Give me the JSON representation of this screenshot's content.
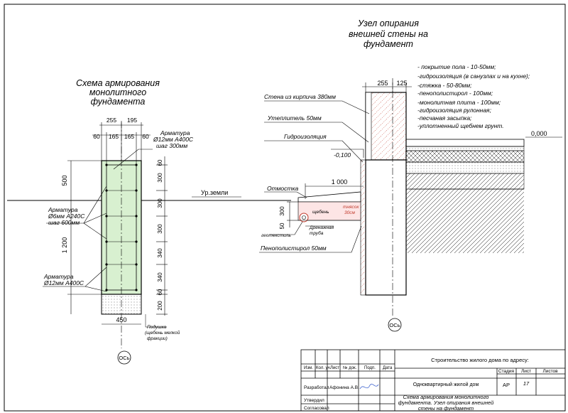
{
  "left_title": [
    "Схема армирования",
    "монолитного",
    "фундамента"
  ],
  "right_title": [
    "Узел опирания",
    "внешней стены на",
    "фундамент"
  ],
  "left_dims_top": {
    "d255": "255",
    "d195": "195",
    "d60a": "60",
    "d165a": "165",
    "d165b": "165",
    "d60b": "60"
  },
  "left_dims_left": {
    "d500": "500",
    "d1200": "1 200",
    "d450": "450"
  },
  "left_dims_right": [
    "60",
    "300",
    "300",
    "300",
    "340",
    "340",
    "60",
    "200"
  ],
  "labels_left": {
    "rebar_top": [
      "Арматура",
      "Ø12мм А400С",
      "шаг 300мм"
    ],
    "rebar_mid": [
      "Арматура",
      "Ø6мм А240С",
      "шаг 600мм"
    ],
    "rebar_bot": [
      "Арматура",
      "Ø12мм А400С"
    ],
    "cushion": [
      "Подушка",
      "(щебень мелкой",
      "фракции)"
    ],
    "ground_level": "Ур.земли"
  },
  "axis_label": "ОСь",
  "right_dims": {
    "d255": "255",
    "d125": "125",
    "d1000": "1 000",
    "d50": "50",
    "d300": "300"
  },
  "labels_right": {
    "brick_wall": "Стена из кирпича 380мм",
    "insulation": "Утеплитель 50мм",
    "waterproof": "Гидроизоляция",
    "level_minus": "-0,100",
    "level_zero": "0,000",
    "blind_area": "Отмостка",
    "gravel": "щебень",
    "gravel_thickness": [
      "тнясок",
      "30см"
    ],
    "geotextile": "геотекстиль",
    "drain_pipe": [
      "Дренажная",
      "труба"
    ],
    "foam": "Пенополистирол 50мм"
  },
  "floor_layers": [
    "- покрытие пола - 10-50мм;",
    "-гидроизоляция (в санузлах и на кухне);",
    "-стяжка - 50-80мм;",
    "-пенополистирол - 100мм;",
    "-монолитная плита - 100мм;",
    "-гидроизоляция рулонная;",
    "-песчаная засыпка;",
    "-уплотненный щебнем грунт."
  ],
  "title_block": {
    "cols": [
      "Изм.",
      "Кол. уч.",
      "Лист",
      "№ док.",
      "Подп.",
      "Дата"
    ],
    "address": "Строительство жилого дома по адресу:",
    "object": "Одноквартирный жилой дом",
    "stage_head": "Стадия",
    "sheet_head": "Лист",
    "sheets_head": "Листов",
    "stage": "АР",
    "sheet": "17",
    "developed": "Разработал",
    "author": "Афонина А.В.",
    "approved": "Утвердил",
    "agreed": "Согласовал",
    "drawing_title": [
      "Схема армирования монолитного",
      "фундамента. Узел опирания внешней",
      "стены на фундамент"
    ]
  }
}
